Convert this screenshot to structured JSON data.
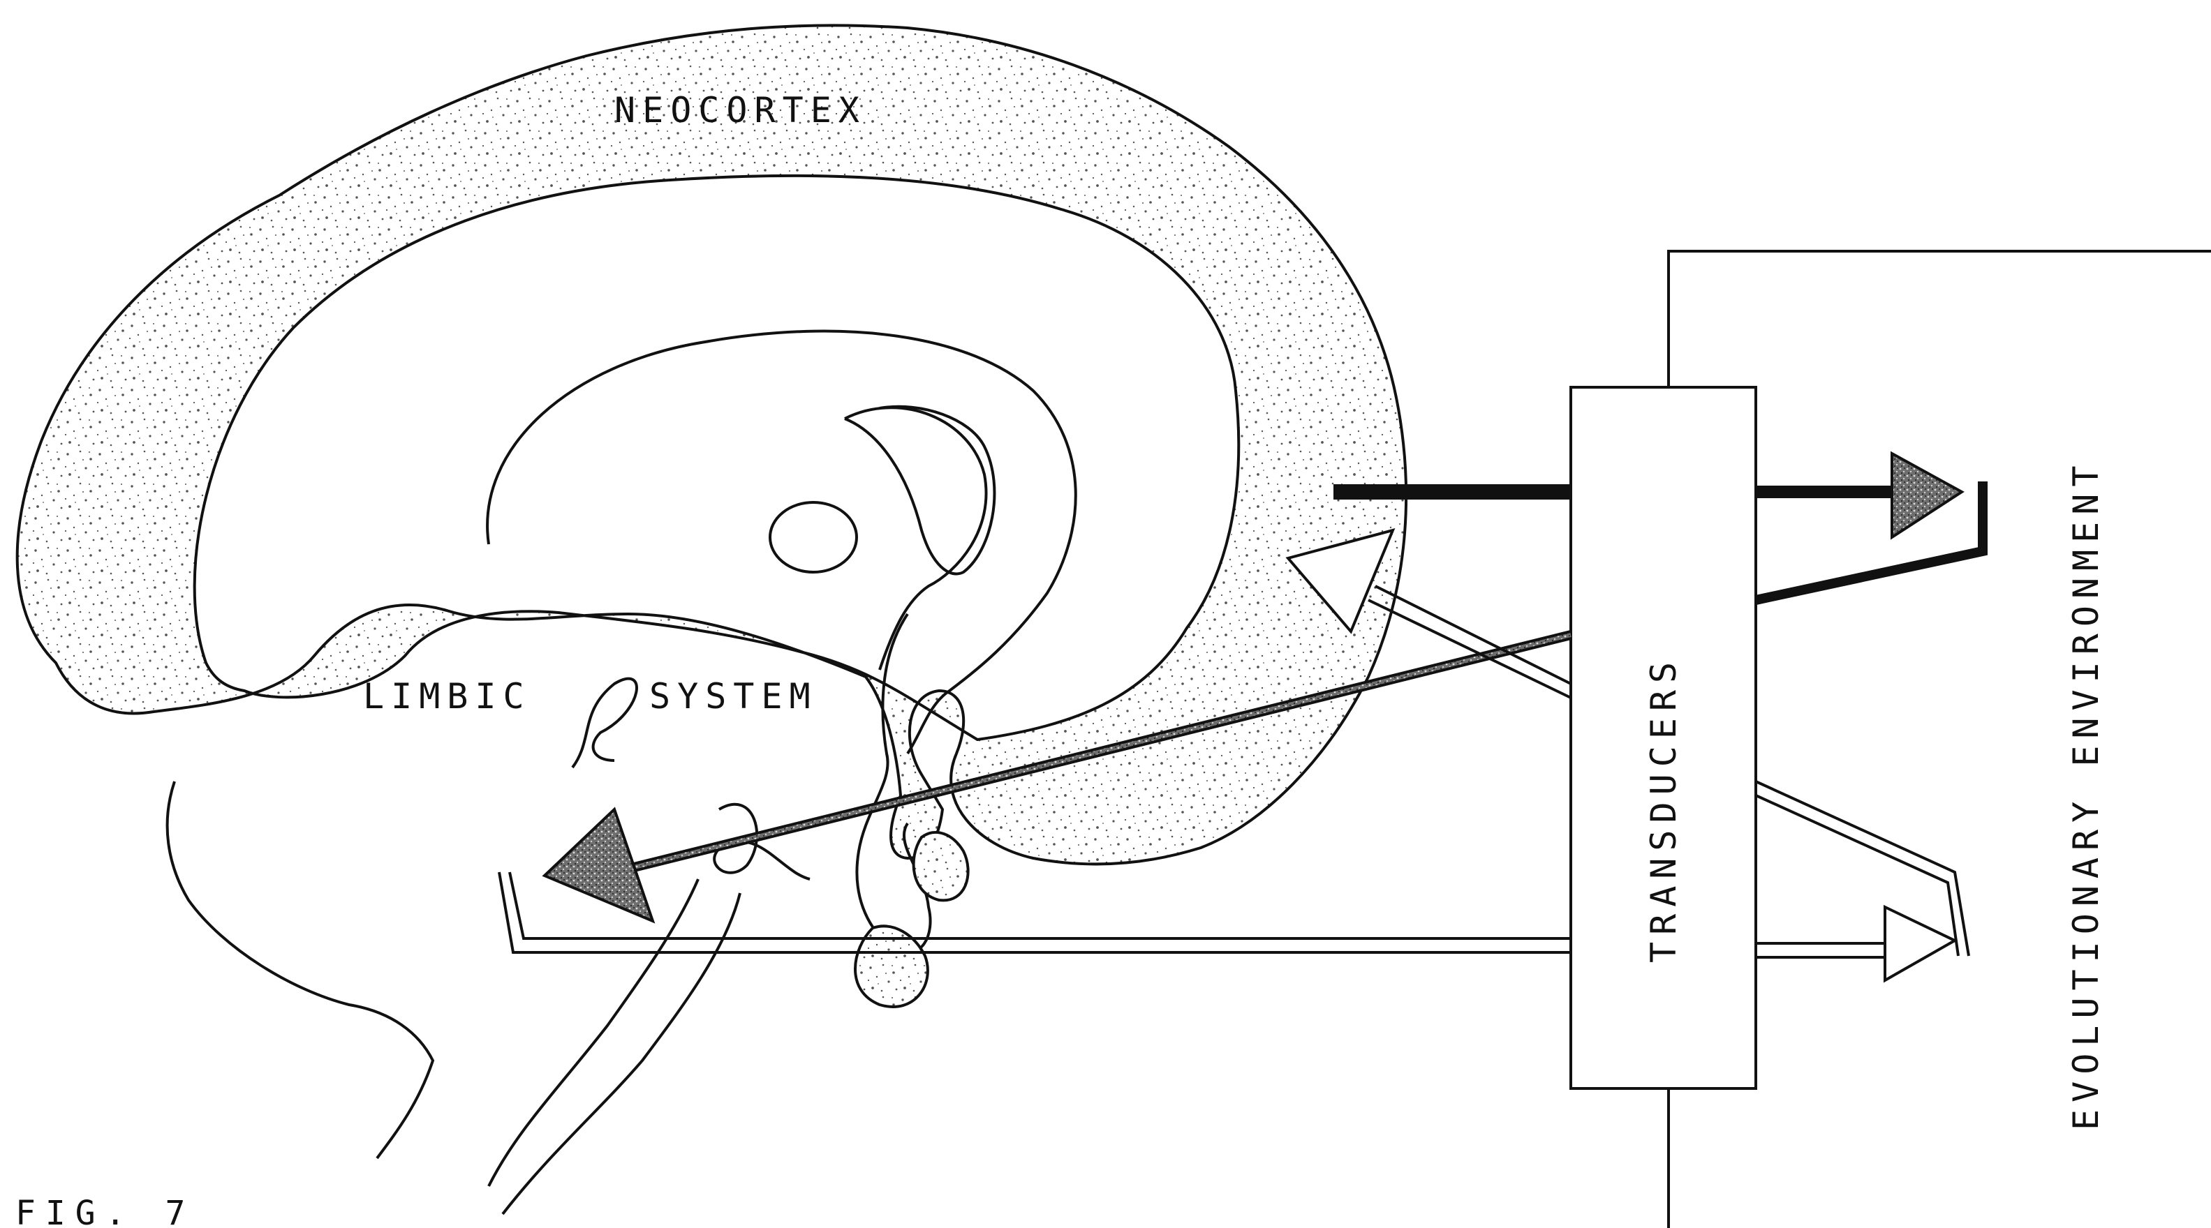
{
  "labels": {
    "neocortex": "NEOCORTEX",
    "limbic": "LIMBIC",
    "system": "SYSTEM",
    "transducers": "TRANSDUCERS",
    "environment": "EVOLUTIONARY ENVIRONMENT",
    "figure": "FIG. 7"
  },
  "colors": {
    "ink": "#111111",
    "stipple": "#555555",
    "background": "#ffffff"
  },
  "icons": {
    "solid_arrow": "solid-arrow-icon",
    "hollow_arrow": "hollow-arrow-icon"
  }
}
